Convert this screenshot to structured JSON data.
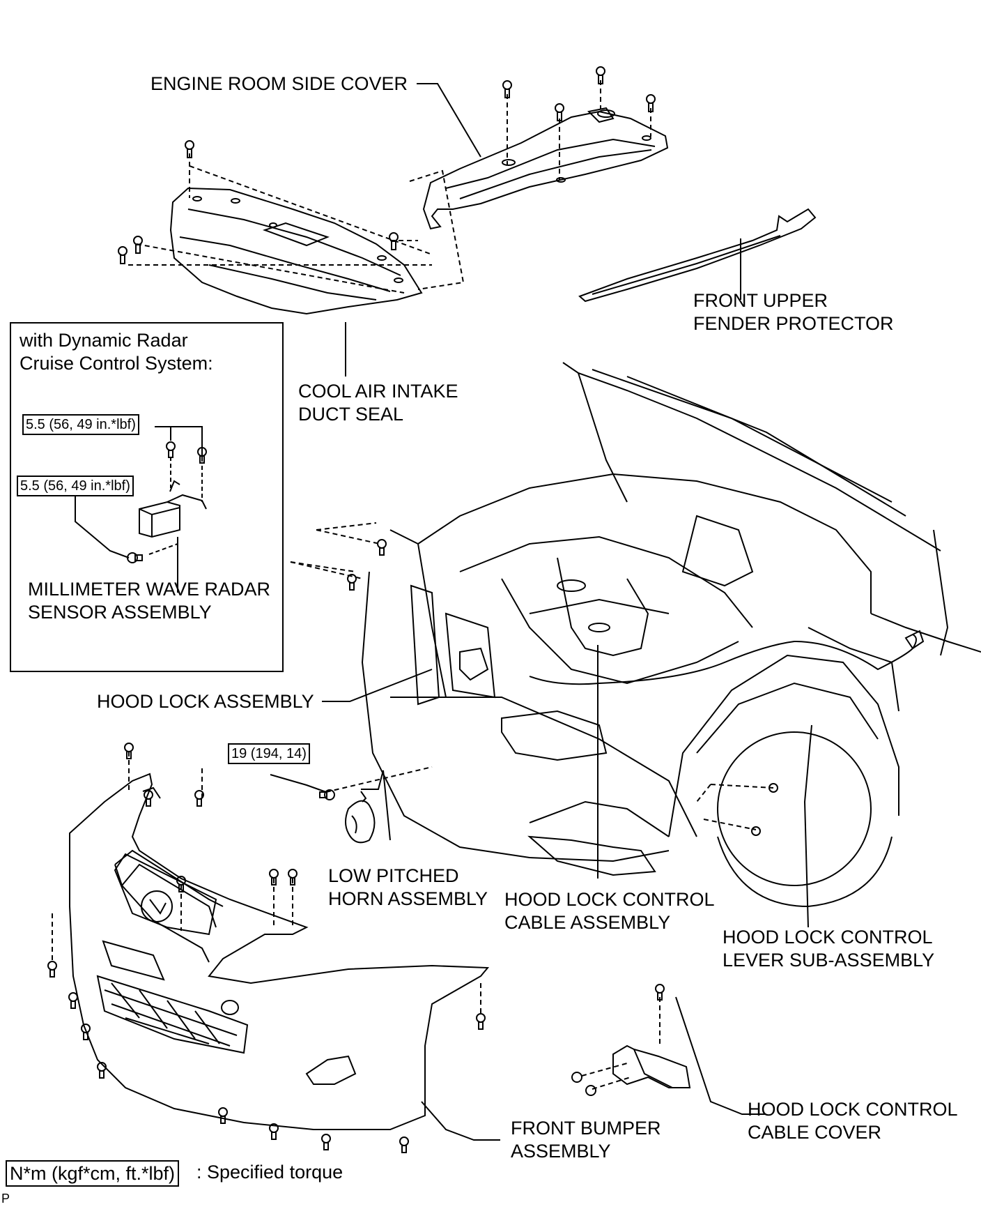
{
  "labels": {
    "engine_room_side_cover": "ENGINE ROOM SIDE COVER",
    "front_upper_fender_protector": [
      "FRONT UPPER",
      "FENDER PROTECTOR"
    ],
    "cool_air_intake_duct_seal": [
      "COOL AIR INTAKE",
      "DUCT SEAL"
    ],
    "hood_lock_assembly": "HOOD LOCK ASSEMBLY",
    "low_pitched_horn_assembly": [
      "LOW PITCHED",
      "HORN ASSEMBLY"
    ],
    "hood_lock_control_cable_assembly": [
      "HOOD LOCK CONTROL",
      "CABLE ASSEMBLY"
    ],
    "hood_lock_control_lever_sub_assembly": [
      "HOOD LOCK CONTROL",
      "LEVER SUB-ASSEMBLY"
    ],
    "hood_lock_control_cable_cover": [
      "HOOD LOCK CONTROL",
      "CABLE COVER"
    ],
    "front_bumper_assembly": [
      "FRONT BUMPER",
      "ASSEMBLY"
    ]
  },
  "inset": {
    "title": [
      "with Dynamic Radar",
      "Cruise Control System:"
    ],
    "torque_1": "5.5 (56, 49 in.*lbf)",
    "torque_2": "5.5 (56, 49 in.*lbf)",
    "part_label": [
      "MILLIMETER WAVE RADAR",
      "SENSOR ASSEMBLY"
    ]
  },
  "horn_torque": "19 (194, 14)",
  "legend": {
    "box_text": "N*m (kgf*cm, ft.*lbf)",
    "description": ": Specified torque"
  },
  "corner_mark": "P",
  "colors": {
    "ink": "#000000",
    "paper": "#ffffff"
  }
}
